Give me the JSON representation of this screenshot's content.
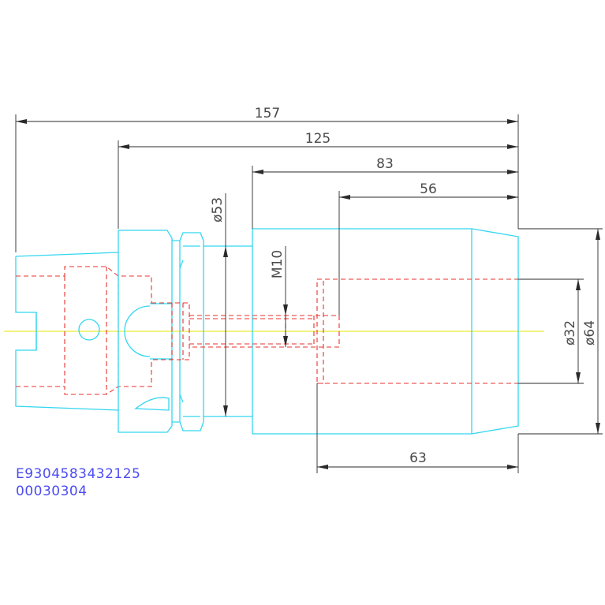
{
  "dimensions": {
    "overall_length": "157",
    "shank_length": "125",
    "body_length": "83",
    "bore_depth": "56",
    "flange_diameter": "ø53",
    "thread": "M10",
    "bore_diameter": "ø32",
    "body_diameter": "ø64",
    "bore_length": "63"
  },
  "codes": {
    "article_number": "E9304583432125",
    "sub_code": "00030304"
  },
  "colors": {
    "outline": "#33d6f0",
    "hidden_lines": "#e8322c",
    "center_line": "#e6e600",
    "dimension_lines": "#2a2a2a",
    "code_text": "#4c4cf2"
  }
}
